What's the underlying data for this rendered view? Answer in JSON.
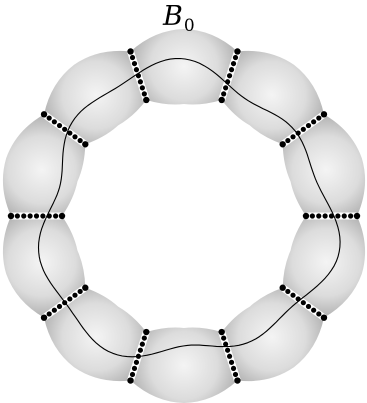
{
  "label": {
    "base": "B",
    "sub": "0"
  },
  "diagram": {
    "block_count": 10,
    "ring_fill_light": "#f4f4f4",
    "ring_fill_dark": "#b8b8b8",
    "seam_color": "#ffffff",
    "dot_color": "#000000",
    "path_color": "#000000"
  }
}
